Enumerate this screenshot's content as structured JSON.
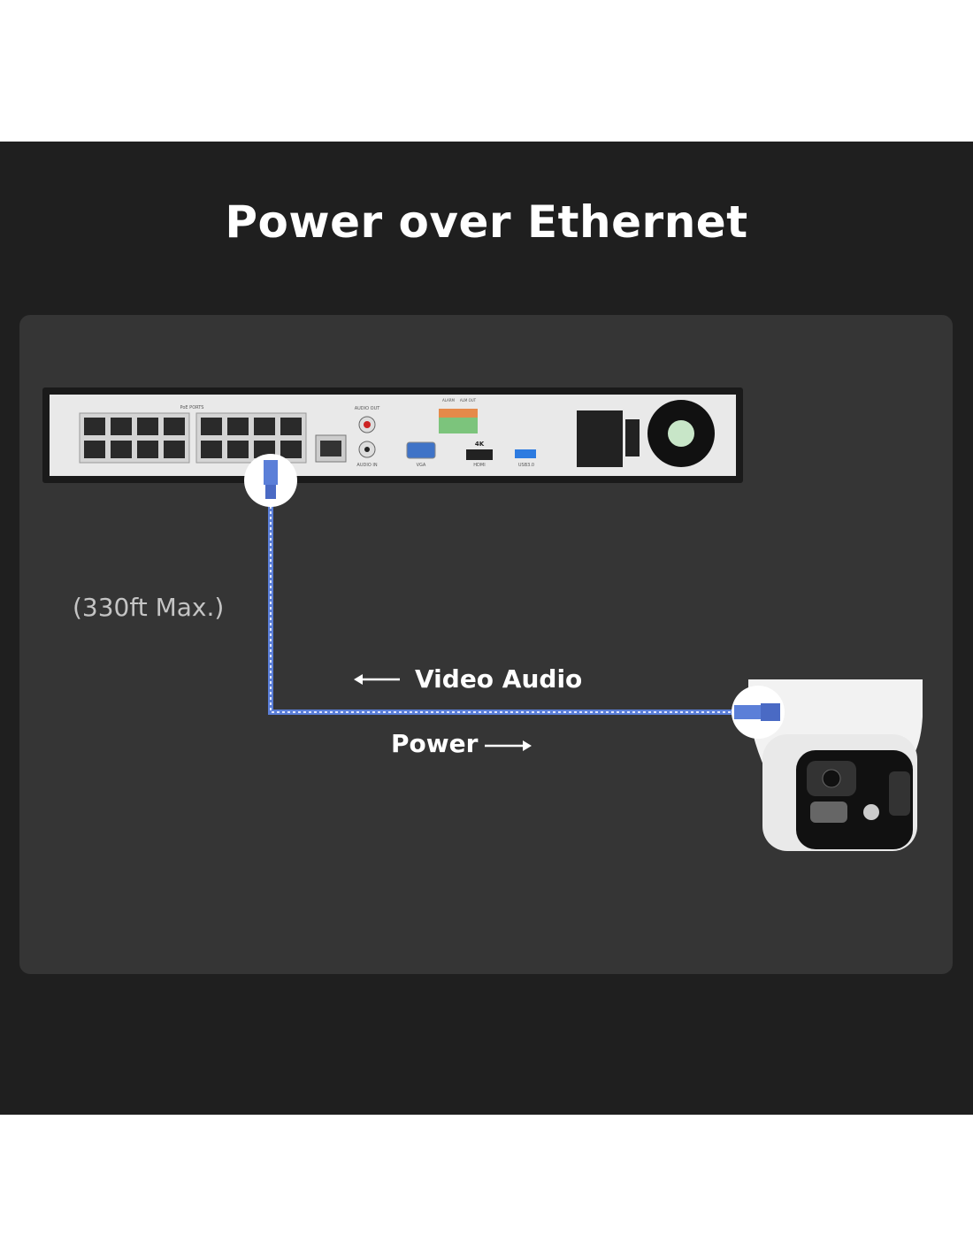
{
  "title": "Power over Ethernet",
  "cable_length_label": "(330ft Max.)",
  "downstream_label": "Video  Audio",
  "upstream_label": "Power",
  "nvr": {
    "poe_ports_label": "PoE PORTS",
    "audio_out_label": "AUDIO OUT",
    "audio_in_label": "AUDIO IN",
    "vga_label": "VGA",
    "hdmi_label": "HDMI",
    "hdmi_badge": "4K",
    "usb_label": "USB3.0",
    "alarm_in_label": "ALARM",
    "alarm_out_label": "ALM OUT"
  },
  "colors": {
    "cable": "#5b7fd8",
    "background": "#1f1f1f",
    "panel": "#353535"
  }
}
